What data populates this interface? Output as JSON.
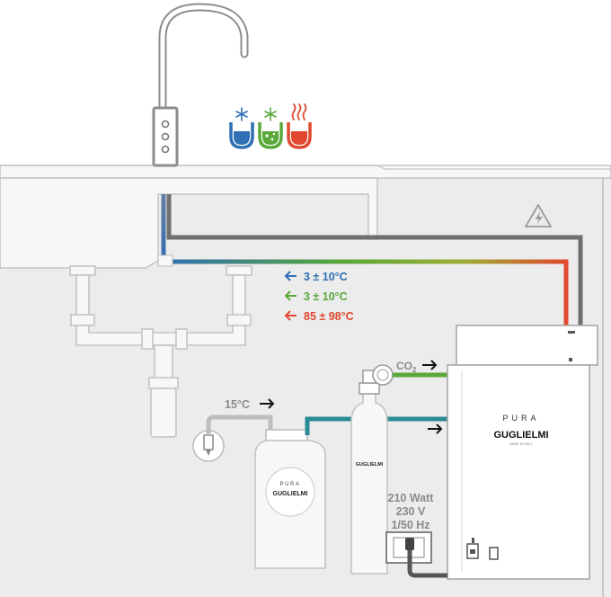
{
  "flow_labels": {
    "cold_still": "3 ± 10°C",
    "cold_sparkling": "3 ± 10°C",
    "hot": "85 ± 98°C"
  },
  "co2": {
    "base": "CO",
    "sub": "2"
  },
  "inlet_temp": "15°C",
  "power": {
    "watt": "210 Watt",
    "volt": "230 V",
    "freq": "1/50 Hz"
  },
  "brand": {
    "main_top": "PURA",
    "main_name": "GUGLIELMI",
    "main_tag": "MADE IN ITALY",
    "filter_top": "PURA",
    "filter_name": "GUGLIELMI",
    "bottle_name": "GUGLIELMI"
  },
  "colors": {
    "cold_still": "#2f6fb3",
    "cold_sparkling": "#5aa83a",
    "hot": "#e0492f",
    "teal_line": "#2a8b93",
    "green_line": "#5aa83a",
    "grey_line": "#6f6f6f",
    "cabinet_bg": "#ececec",
    "outline": "#bdbdbd"
  },
  "icons": [
    "snowflake-icon",
    "snowflake-icon",
    "steam-icon",
    "warning-icon",
    "arrow-right-icon",
    "arrow-left-icon"
  ]
}
